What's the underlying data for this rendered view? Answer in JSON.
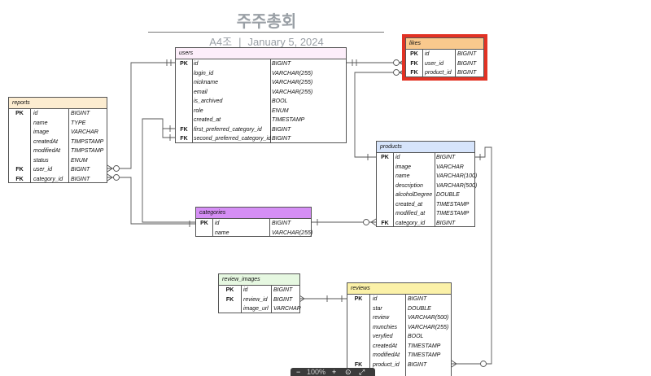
{
  "title": "주주총회",
  "subtitle": {
    "left": "A4조",
    "separator": "|",
    "right": "January 5, 2024"
  },
  "highlight_color": "#e23224",
  "entities": {
    "users": {
      "name": "users",
      "header_color": "#fdeefa",
      "rows": [
        {
          "k": "PK",
          "n": "id",
          "t": "BIGINT"
        },
        {
          "k": "",
          "n": "login_id",
          "t": "VARCHAR(255)"
        },
        {
          "k": "",
          "n": "nickname",
          "t": "VARCHAR(255)"
        },
        {
          "k": "",
          "n": "email",
          "t": "VARCHAR(255)"
        },
        {
          "k": "",
          "n": "is_archived",
          "t": "BOOL"
        },
        {
          "k": "",
          "n": "role",
          "t": "ENUM"
        },
        {
          "k": "",
          "n": "created_at",
          "t": "TIMESTAMP"
        },
        {
          "k": "FK",
          "n": "first_preferred_category_id",
          "t": "BIGINT"
        },
        {
          "k": "FK",
          "n": "second_preferred_category_id",
          "t": "BIGINT"
        }
      ]
    },
    "likes": {
      "name": "likes",
      "header_color": "#f9c98d",
      "rows": [
        {
          "k": "PK",
          "n": "id",
          "t": "BIGINT"
        },
        {
          "k": "FK",
          "n": "user_id",
          "t": "BIGINT"
        },
        {
          "k": "FK",
          "n": "product_id",
          "t": "BIGINT"
        }
      ]
    },
    "reports": {
      "name": "reports",
      "header_color": "#fcecd0",
      "rows": [
        {
          "k": "PK",
          "n": "id",
          "t": "BIGINT"
        },
        {
          "k": "",
          "n": "name",
          "t": "TYPE"
        },
        {
          "k": "",
          "n": "image",
          "t": "VARCHAR"
        },
        {
          "k": "",
          "n": "createdAt",
          "t": "TIMPSTAMP"
        },
        {
          "k": "",
          "n": "modifiedAt",
          "t": "TIMPSTAMP"
        },
        {
          "k": "",
          "n": "status",
          "t": "ENUM"
        },
        {
          "k": "FK",
          "n": "user_id",
          "t": "BIGINT"
        },
        {
          "k": "FK",
          "n": "category_id",
          "t": "BIGINT"
        }
      ]
    },
    "products": {
      "name": "products",
      "header_color": "#d6e4fb",
      "rows": [
        {
          "k": "PK",
          "n": "id",
          "t": "BIGINT"
        },
        {
          "k": "",
          "n": "image",
          "t": "VARCHAR"
        },
        {
          "k": "",
          "n": "name",
          "t": "VARCHAR(100)"
        },
        {
          "k": "",
          "n": "description",
          "t": "VARCHAR(500)"
        },
        {
          "k": "",
          "n": "alcoholDegree",
          "t": "DOUBLE"
        },
        {
          "k": "",
          "n": "created_at",
          "t": "TIMESTAMP"
        },
        {
          "k": "",
          "n": "modified_at",
          "t": "TIMESTAMP"
        },
        {
          "k": "FK",
          "n": "category_id",
          "t": "BIGINT"
        }
      ]
    },
    "categories": {
      "name": "categories",
      "header_color": "#d58ef5",
      "rows": [
        {
          "k": "PK",
          "n": "id",
          "t": "BIGINT"
        },
        {
          "k": "",
          "n": "name",
          "t": "VARCHAR(255)"
        }
      ]
    },
    "review_images": {
      "name": "review_images",
      "header_color": "#e6f8e1",
      "rows": [
        {
          "k": "PK",
          "n": "id",
          "t": "BIGINT"
        },
        {
          "k": "FK",
          "n": "review_id",
          "t": "BIGINT"
        },
        {
          "k": "",
          "n": "image_url",
          "t": "VARCHAR"
        }
      ]
    },
    "reviews": {
      "name": "reviews",
      "header_color": "#fbf1a8",
      "rows": [
        {
          "k": "PK",
          "n": "id",
          "t": "BIGINT"
        },
        {
          "k": "",
          "n": "star",
          "t": "DOUBLE"
        },
        {
          "k": "",
          "n": "review",
          "t": "VARCHAR(500)"
        },
        {
          "k": "",
          "n": "munchies",
          "t": "VARCHAR(255)"
        },
        {
          "k": "",
          "n": "veryfied",
          "t": "BOOL"
        },
        {
          "k": "",
          "n": "createdAt",
          "t": "TIMESTAMP"
        },
        {
          "k": "",
          "n": "modifiedAt",
          "t": "TIMESTAMP"
        },
        {
          "k": "FK",
          "n": "product_id",
          "t": "BIGINT"
        }
      ]
    }
  },
  "zoom": {
    "minus": "−",
    "level": "100%",
    "plus": "+",
    "fit_icon": "zoom-reset-icon",
    "expand_icon": "expand-icon"
  }
}
